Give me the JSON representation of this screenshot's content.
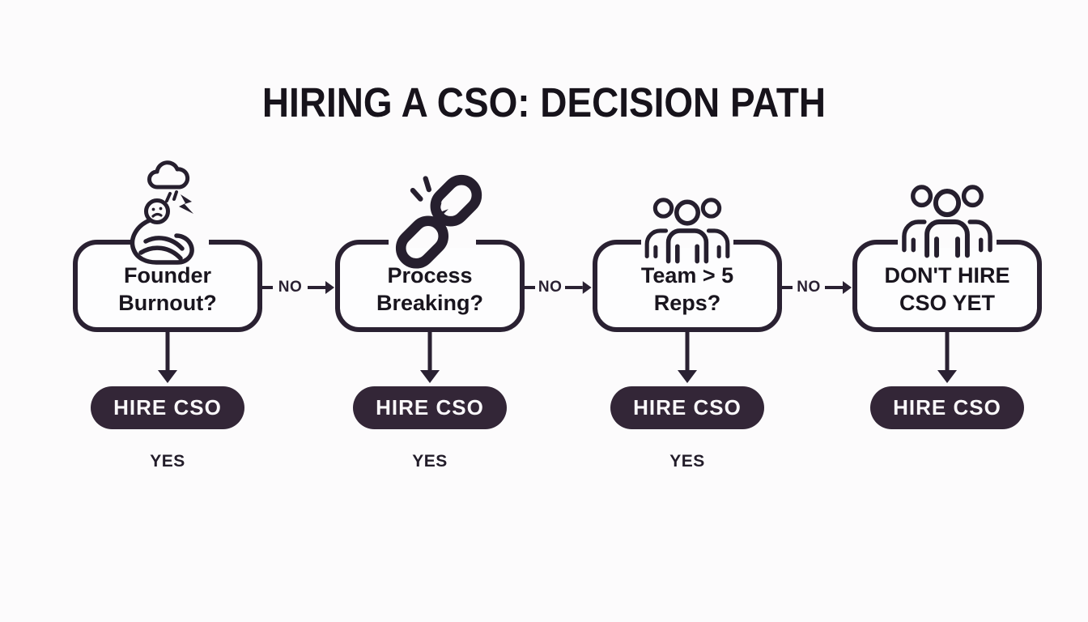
{
  "title": "HIRING A CSO: DECISION PATH",
  "colors": {
    "ink": "#2a2132",
    "pill_background": "#332637",
    "pill_text": "#faf8fa",
    "page_background": "#fcfbfc"
  },
  "flowchart": {
    "columns": [
      {
        "icon": "founder-burnout-icon",
        "lines": [
          "Founder",
          "Burnout?"
        ],
        "action": "HIRE CSO",
        "branch": "YES"
      },
      {
        "icon": "broken-chain-icon",
        "lines": [
          "Process",
          "Breaking?"
        ],
        "action": "HIRE CSO",
        "branch": "YES"
      },
      {
        "icon": "team-icon",
        "lines": [
          "Team > 5",
          "Reps?"
        ],
        "action": "HIRE CSO",
        "branch": "YES"
      },
      {
        "icon": "team-icon",
        "lines": [
          "DON'T HIRE",
          "CSO YET"
        ],
        "action": "HIRE CSO",
        "branch": ""
      }
    ],
    "connectors": [
      {
        "label": "NO"
      },
      {
        "label": "NO"
      },
      {
        "label": "NO"
      }
    ]
  }
}
